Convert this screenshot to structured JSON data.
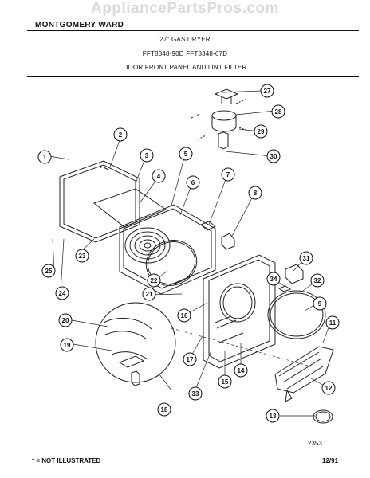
{
  "header": {
    "brand": "MONTGOMERY WARD",
    "watermark": "AppliancePartsPros.com",
    "title_line1": "27\" GAS DRYER",
    "title_line2": "FFT8348-90D  FFT8348-67D",
    "title_line3": "DOOR FRONT PANEL AND LINT FILTER"
  },
  "diagram": {
    "code": "2353",
    "callouts": [
      "1",
      "2",
      "3",
      "4",
      "5",
      "6",
      "7",
      "8",
      "9",
      "11",
      "12",
      "13",
      "14",
      "15",
      "16",
      "17",
      "18",
      "19",
      "20",
      "21",
      "22",
      "23",
      "24",
      "25",
      "27",
      "28",
      "29",
      "30",
      "31",
      "32",
      "33",
      "34"
    ]
  },
  "footer": {
    "note": "* = NOT ILLUSTRATED",
    "date": "12/91"
  }
}
